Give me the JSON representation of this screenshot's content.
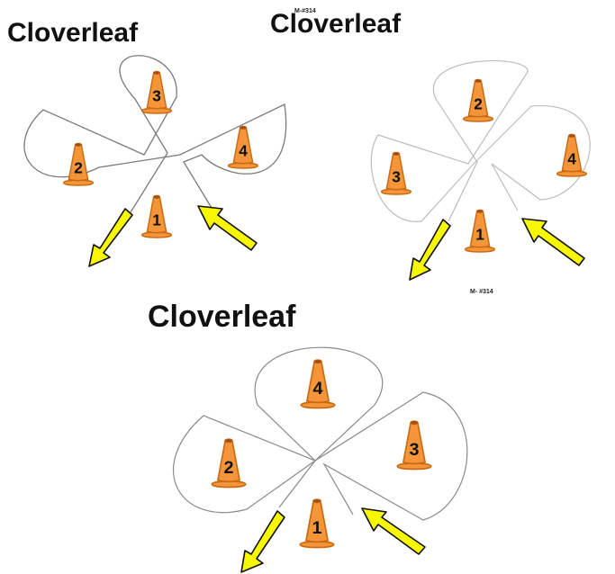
{
  "diagram_1": {
    "title": "Cloverleaf",
    "cones": [
      "3",
      "2",
      "4",
      "1"
    ]
  },
  "diagram_2": {
    "title": "Cloverleaf",
    "code_top": "M-#314",
    "code_bottom": "M- #314",
    "cones": [
      "2",
      "3",
      "4",
      "1"
    ]
  },
  "diagram_3": {
    "title": "Cloverleaf",
    "cones": [
      "4",
      "2",
      "3",
      "1"
    ]
  },
  "colors": {
    "cone": "#f5953a",
    "cone_outline": "#c96a10",
    "cone_tip": "#a24e1c",
    "arrow": "#f7f700",
    "arrow_outline": "#111111",
    "path_line": "#7a7a7a"
  }
}
